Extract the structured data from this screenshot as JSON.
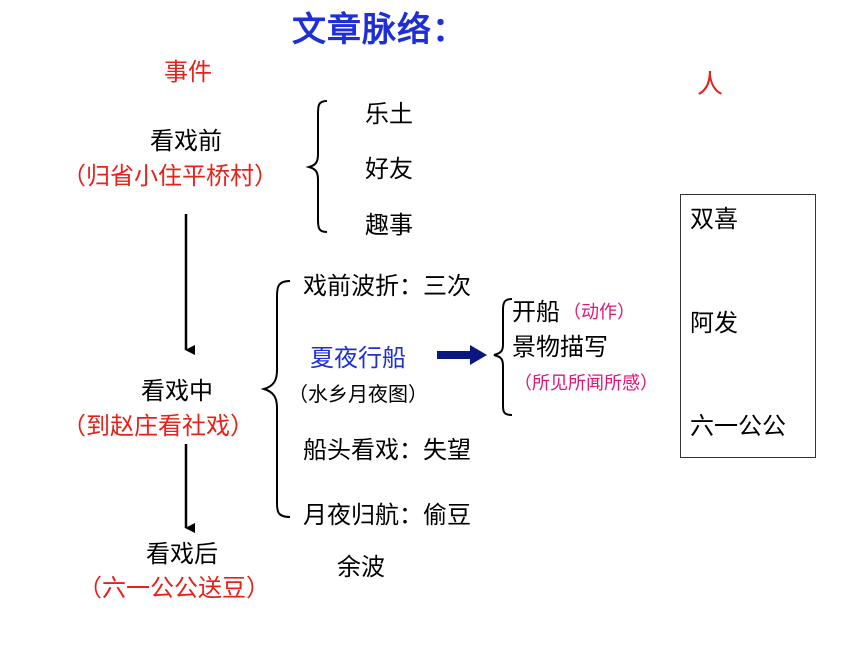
{
  "title": "文章脉络：",
  "headers": {
    "events": "事件",
    "people": "人"
  },
  "stages": [
    {
      "name": "看戏前",
      "detail": "（归省小住平桥村）"
    },
    {
      "name": "看戏中",
      "detail": "（到赵庄看社戏）"
    },
    {
      "name": "看戏后",
      "detail": "（六一公公送豆）"
    }
  ],
  "before_items": [
    "乐土",
    "好友",
    "趣事"
  ],
  "during_items": {
    "twists": "戏前波折：三次",
    "boating": "夏夜行船",
    "boating_note": "（水乡月夜图）",
    "watch": "船头看戏：失望",
    "return": "月夜归航：偷豆"
  },
  "boating_details": {
    "start": "开船",
    "start_note": "（动作）",
    "scenery": "景物描写",
    "scenery_note": "（所见所闻所感）"
  },
  "after_items": [
    "余波"
  ],
  "people": [
    "双喜",
    "阿发",
    "六一公公"
  ]
}
